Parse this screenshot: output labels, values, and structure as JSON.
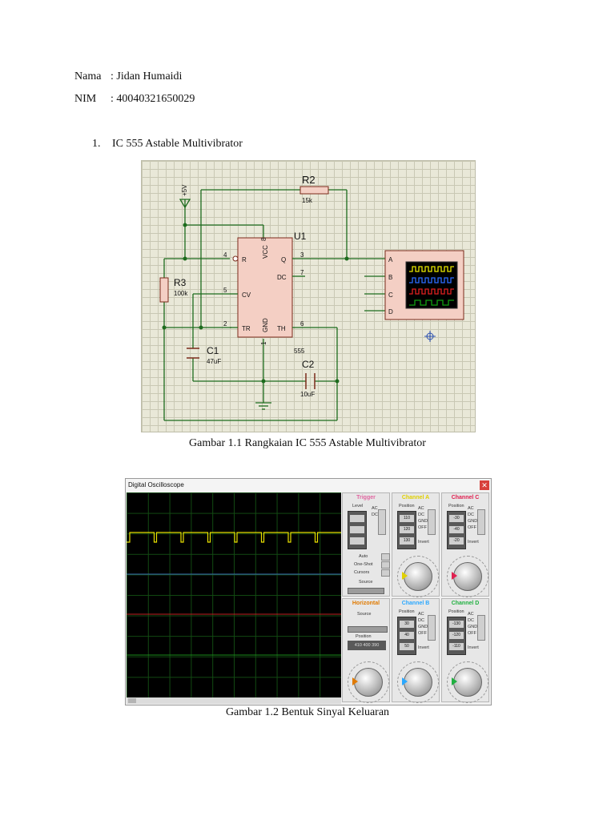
{
  "header": {
    "name_label": "Nama",
    "name_value": ": Jidan Humaidi",
    "nim_label": "NIM",
    "nim_value": ": 40040321650029"
  },
  "section": {
    "number": "1.",
    "title": "IC 555 Astable Multivibrator"
  },
  "schematic": {
    "components": {
      "r2_name": "R2",
      "r2_value": "15k",
      "r3_name": "R3",
      "r3_value": "100k",
      "c1_name": "C1",
      "c1_value": "47uF",
      "c2_name": "C2",
      "c2_value": "10uF",
      "u1_name": "U1",
      "u1_part": "555",
      "supply": "+5V"
    },
    "pins": {
      "pin4": "4",
      "pin8": "8",
      "pin3": "3",
      "pin7": "7",
      "pin5": "5",
      "pin2": "2",
      "pin6": "6",
      "pin1": "1",
      "r": "R",
      "vcc": "VCC",
      "q": "Q",
      "dc": "DC",
      "cv": "CV",
      "tr": "TR",
      "gnd": "GND",
      "th": "TH"
    },
    "scope_inputs": [
      "A",
      "B",
      "C",
      "D"
    ],
    "trace_colors": [
      "#e8e800",
      "#2d6cff",
      "#e02020",
      "#10a010"
    ]
  },
  "caption1": "Gambar 1.1 Rangkaian IC 555 Astable Multivibrator",
  "oscilloscope": {
    "title": "Digital Oscilloscope",
    "close_glyph": "✕",
    "panels": {
      "trigger": {
        "title": "Trigger",
        "color": "#e066a0",
        "level": "Level",
        "auto": "Auto",
        "one_shot": "One-Shot",
        "cursors": "Cursors",
        "source": "Source"
      },
      "channel_a": {
        "title": "Channel A",
        "color": "#e0d000",
        "position": "Position",
        "values": [
          "110",
          "120",
          "130"
        ]
      },
      "channel_c": {
        "title": "Channel C",
        "color": "#e02050",
        "position": "Position",
        "values": [
          "-30",
          "-40",
          "-20"
        ]
      },
      "horizontal": {
        "title": "Horizontal",
        "color": "#e07a00",
        "source": "Source",
        "position": "Position",
        "pos_values": "410 400 390"
      },
      "channel_b": {
        "title": "Channel B",
        "color": "#2aa8ff",
        "position": "Position",
        "values": [
          "30",
          "40",
          "50"
        ]
      },
      "channel_d": {
        "title": "Channel D",
        "color": "#20b040",
        "position": "Position",
        "values": [
          "-130",
          "-120",
          "-110"
        ]
      }
    },
    "coupling_options": [
      "AC",
      "DC",
      "GND",
      "OFF"
    ],
    "invert_label": "Invert",
    "trace_colors": {
      "channel_a": "#e8e000",
      "channel_b": "#3a6fb5",
      "channel_c": "#c02020",
      "channel_d": "#1a8a1a"
    }
  },
  "caption2": "Gambar 1.2 Bentuk Sinyal Keluaran"
}
